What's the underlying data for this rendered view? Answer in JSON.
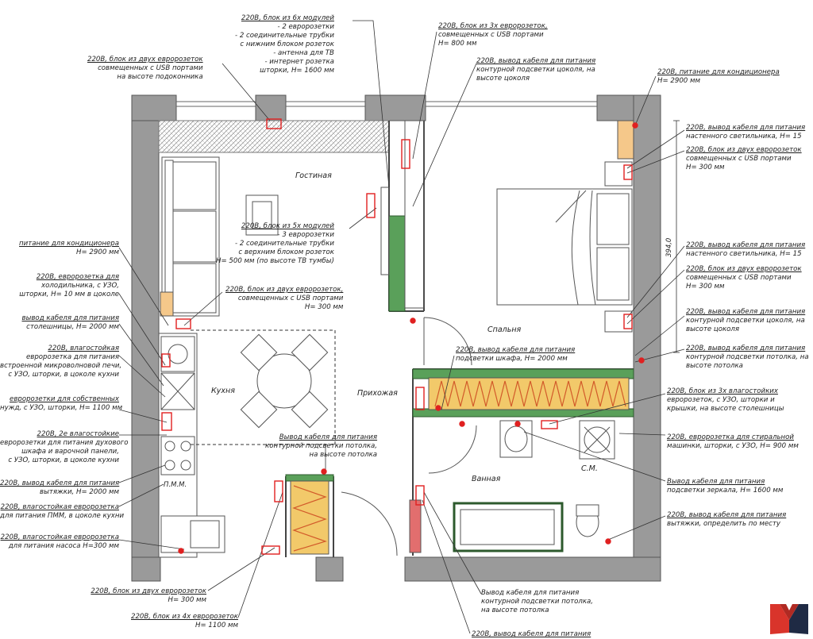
{
  "rooms": {
    "living": "Гостиная",
    "bedroom": "Спальня",
    "kitchen": "Кухня",
    "hall": "Прихожая",
    "bath": "Ванная",
    "washer": "С.М.",
    "dishwasher": "П.М.М."
  },
  "dimension": "394,0",
  "annotations": {
    "tv_block": [
      "220В, блок из 6х модулей",
      "- 2 евророзетки",
      "- 2 соединительные трубки",
      "с нижним блоком розеток",
      "- антенна для ТВ",
      "- интернет розетка",
      "шторки, Н= 1600 мм"
    ],
    "usb_block_top": [
      "220В, блок из 3х евророзеток,",
      "совмещенных с USB портами",
      "Н= 800 мм"
    ],
    "window_sill": [
      "220В, блок из двух евророзеток",
      "совмещенных с USB портами",
      "на высоте подоконника"
    ],
    "plinth_light": [
      "220В, вывод кабеля для питания",
      "контурной подсветки цоколя, на",
      "высоте цоколя"
    ],
    "ac_bedroom": [
      "220В, питание для кондиционера",
      "Н= 2900 мм"
    ],
    "wall_lamp_1": [
      "220В, вывод кабеля для питания",
      "настенного светильника, Н= 15"
    ],
    "usb_pair_1": [
      "220В, блок из двух евророзеток",
      "совмещенных с USB портами",
      "Н= 300 мм"
    ],
    "wall_lamp_2": [
      "220В, вывод кабеля для питания",
      "настенного светильника, Н= 15"
    ],
    "usb_pair_2": [
      "220В, блок из двух евророзеток",
      "совмещенных с USB портами",
      "Н= 300 мм"
    ],
    "plinth_light_2": [
      "220В, вывод кабеля для питания",
      "контурной подсветки цоколя, на",
      "высоте цоколя"
    ],
    "ceiling_light_bed": [
      "220В, вывод кабеля для питания",
      "контурной подсветки потолка, на",
      "высоте потолка"
    ],
    "tv_lower": [
      "220В, блок из 5х модулей",
      "- 3 евророзетки",
      "- 2 соединительные трубки",
      "с верхним блоком розеток",
      "Н= 500 мм (по высоте ТВ тумбы)"
    ],
    "usb_pair_sofa": [
      "220В, блок из двух евророзеток,",
      "совмещенных с USB портами",
      "Н= 300 мм"
    ],
    "ac_living": [
      "питание для кондиционера",
      "Н= 2900 мм"
    ],
    "fridge": [
      "220В, евророзетка для",
      "холодильника, с УЗО,",
      "шторки, Н= 10 мм в цоколе"
    ],
    "countertop": [
      "вывод кабеля для питания",
      "столешницы, Н= 2000 мм"
    ],
    "microwave": [
      "220В, влагостойкая",
      "евророзетка для питания",
      "встроенной микроволновой печи,",
      "с УЗО, шторки, в цоколе кухни"
    ],
    "own_needs": [
      "евророзетки для собственных",
      "нужд, с УЗО, шторки, Н= 1100 мм"
    ],
    "oven": [
      "220В, 2е влагостойкие",
      "евророзетки для питания духового",
      "шкафа и варочной панели,",
      "с УЗО, шторки, в цоколе кухни"
    ],
    "hood": [
      "220В, вывод кабеля для питания",
      "вытяжки, Н= 2000 мм"
    ],
    "dishwasher_socket": [
      "220В, влагостойкая евророзетка",
      "для питания ПММ, в цоколе кухни"
    ],
    "pump": [
      "220В, влагостойкая евророзетка",
      "для питания насоса Н=300 мм"
    ],
    "wardrobe_light": [
      "220В, вывод кабеля для питания",
      "подсветки шкафа, Н= 2000 мм"
    ],
    "hall_ceiling": [
      "Вывод кабеля для питания",
      "контурной подсветки потолка,",
      "на высоте потолка"
    ],
    "bath_counter": [
      "220В, блок из 3х влагостойких",
      "евророзеток, с УЗО, шторки и",
      "крышки, на высоте столешницы"
    ],
    "washing_machine": [
      "220В, евророзетка для стиральной",
      "машинки, шторки, с УЗО, Н= 900 мм"
    ],
    "mirror_light": [
      "Вывод кабеля для питания",
      "подсветки зеркала, Н= 1600 мм"
    ],
    "bath_fan": [
      "220В, вывод кабеля для питания",
      "вытяжки, определить по месту"
    ],
    "hall_pair": [
      "220В, блок из двух евророзеток",
      "Н= 300 мм"
    ],
    "hall_four": [
      "220В, блок из 4х евророзеток",
      "Н= 1100 мм"
    ],
    "bath_ceiling": [
      "Вывод кабеля для питания",
      "контурной подсветки потолка,",
      "на высоте потолка"
    ],
    "bottom_cut": [
      "220В, вывод кабеля для питания"
    ]
  },
  "colors": {
    "wall": "#9a9a9a",
    "socket": "#e02020",
    "partition_green": "#5aa05a",
    "wardrobe": "#f2c96a",
    "ac_unit": "#f5c88a",
    "logo_red": "#d9342b",
    "logo_navy": "#1f2a44"
  }
}
